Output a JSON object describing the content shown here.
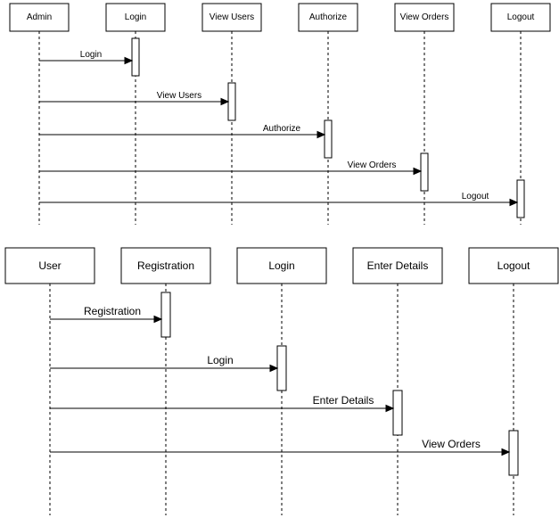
{
  "diagrams": [
    {
      "participants": [
        "Admin",
        "Login",
        "View Users",
        "Authorize",
        "View Orders",
        "Logout"
      ],
      "messages": [
        {
          "from": "Admin",
          "to": "Login",
          "label": "Login"
        },
        {
          "from": "Admin",
          "to": "View Users",
          "label": "View Users"
        },
        {
          "from": "Admin",
          "to": "Authorize",
          "label": "Authorize"
        },
        {
          "from": "Admin",
          "to": "View Orders",
          "label": "View Orders"
        },
        {
          "from": "Admin",
          "to": "Logout",
          "label": "Logout"
        }
      ]
    },
    {
      "participants": [
        "User",
        "Registration",
        "Login",
        "Enter Details",
        "Logout"
      ],
      "messages": [
        {
          "from": "User",
          "to": "Registration",
          "label": "Registration"
        },
        {
          "from": "User",
          "to": "Login",
          "label": "Login"
        },
        {
          "from": "User",
          "to": "Enter Details",
          "label": "Enter Details"
        },
        {
          "from": "User",
          "to": "Logout",
          "label": "View Orders"
        }
      ]
    }
  ]
}
